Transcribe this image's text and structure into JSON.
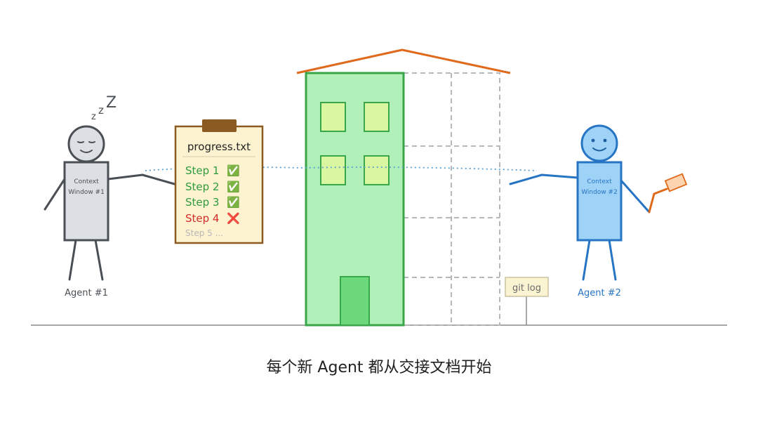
{
  "agent1": {
    "context_line1": "Context",
    "context_line2": "Window #1",
    "label": "Agent #1",
    "sleep": [
      "z",
      "z",
      "Z"
    ]
  },
  "agent2": {
    "context_line1": "Context",
    "context_line2": "Window #2",
    "label": "Agent #2"
  },
  "clipboard": {
    "title": "progress.txt",
    "steps": [
      {
        "text": "Step 1",
        "mark": "✅",
        "status": "done"
      },
      {
        "text": "Step 2",
        "mark": "✅",
        "status": "done"
      },
      {
        "text": "Step 3",
        "mark": "✅",
        "status": "done"
      },
      {
        "text": "Step 4",
        "mark": "❌",
        "status": "failed"
      },
      {
        "text": "Step 5  ...",
        "mark": "",
        "status": "pending"
      }
    ]
  },
  "sign": {
    "label": "git log"
  },
  "caption": "每个新 Agent 都从交接文档开始",
  "colors": {
    "agent1": "#4a4f55",
    "agent1_fill": "#dcdfe3",
    "agent2": "#2674c4",
    "agent2_fill": "#9fd2f7",
    "done": "#2e9b3f",
    "failed": "#d42b2b",
    "pending": "#b8b8b8",
    "roof": "#e06a1b",
    "building_fill": "#b1f0b8",
    "building_stroke": "#3aa64a"
  }
}
